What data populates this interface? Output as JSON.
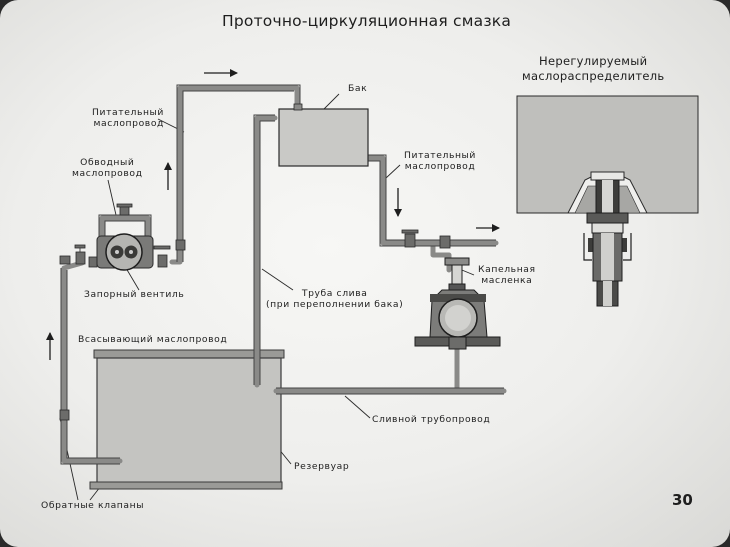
{
  "title": "Проточно-циркуляционная смазка",
  "labels": {
    "tank": "Бак",
    "feed_line_1": "Питательный\nмаслопровод",
    "bypass_line": "Обводный\nмаслопровод",
    "feed_line_2": "Питательный\nмаслопровод",
    "shutoff_valve": "Запорный вентиль",
    "drain_pipe": "Труба слива\n(при переполнении бака)",
    "drip_oiler": "Капельная\nмасленка",
    "suction_line": "Всасывающий маслопровод",
    "drain_line": "Сливной трубопровод",
    "reservoir": "Резервуар",
    "check_valves": "Обратные клапаны"
  },
  "right_panel": {
    "title": "Нерегулируемый\nмаслораспределитель"
  },
  "page_number": "30",
  "colors": {
    "background": "#eeeeec",
    "ink": "#1e1e1e",
    "pipe": "#8a8a88",
    "tank_fill": "#c9c9c6",
    "reservoir_fill": "#c4c4c1"
  }
}
